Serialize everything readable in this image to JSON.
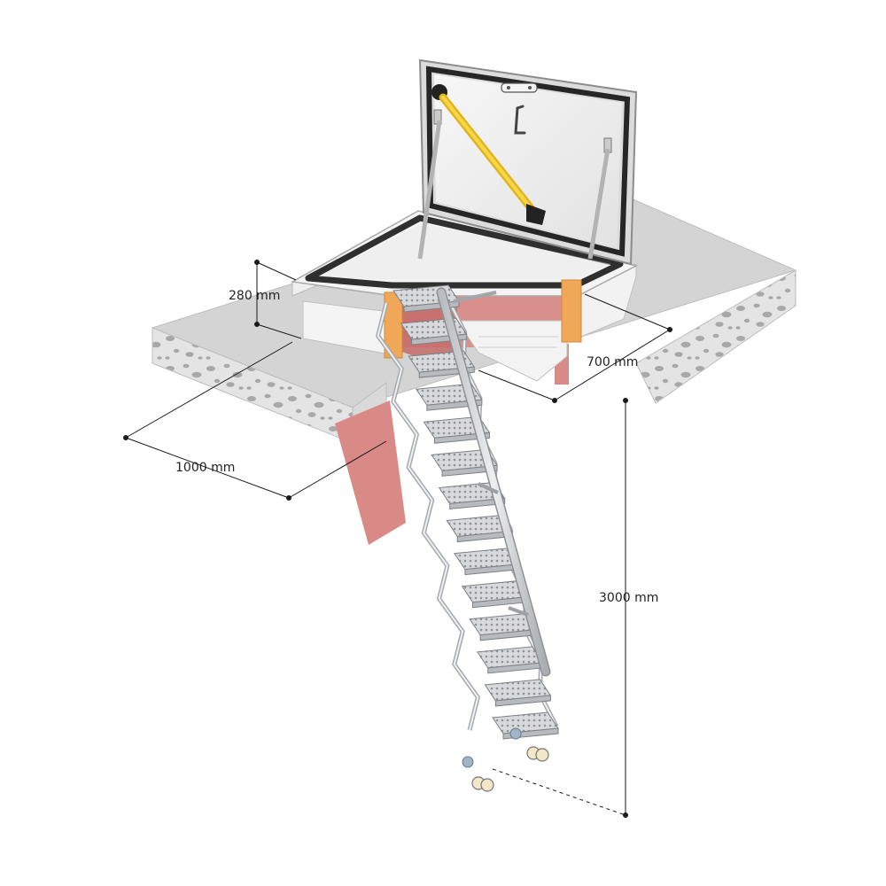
{
  "dimensions": {
    "hatch_height": "280 mm",
    "opening_width": "700 mm",
    "opening_length": "1000 mm",
    "floor_height": "3000 mm"
  },
  "colors": {
    "concrete_top": "#d4d4d4",
    "concrete_side": "#e4e4e4",
    "concrete_speckle": "#a8a8a8",
    "frame": "#f0f0f0",
    "lid": "#ededed",
    "gasket": "#333333",
    "shaft_red": "#d98a86",
    "shaft_red_dark": "#c46c68",
    "orange_block": "#f0a858",
    "gas_strut": "#f2cb33",
    "ladder_steel": "#c9ccd0",
    "dim_line": "#1a1a1a"
  },
  "icons": [
    "gas-strut-icon",
    "handle-icon",
    "ladder-icon",
    "handrail-icon",
    "wheel-icon"
  ]
}
